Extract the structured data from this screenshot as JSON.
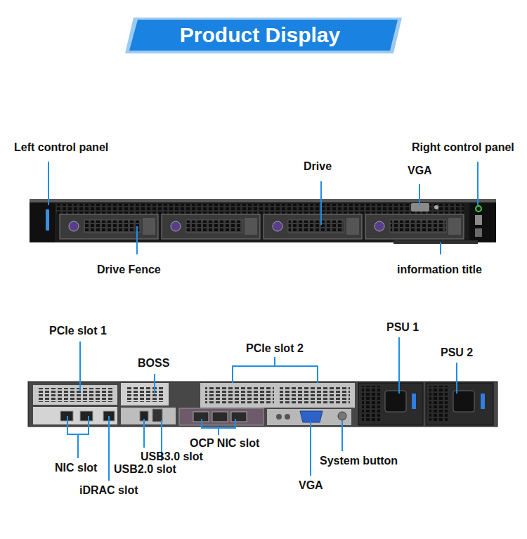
{
  "diagram": {
    "title": "Product Display",
    "labels": [
      "Left control panel",
      "Right control panel",
      "Drive",
      "VGA",
      "Drive Fence",
      "information title",
      "PCIe slot 1",
      "BOSS",
      "PCIe slot 2",
      "PSU 1",
      "PSU 2",
      "OCP NIC slot",
      "USB3.0 slot",
      "NIC slot",
      "USB2.0 slot",
      "System button",
      "iDRAC slot",
      "VGA"
    ]
  }
}
